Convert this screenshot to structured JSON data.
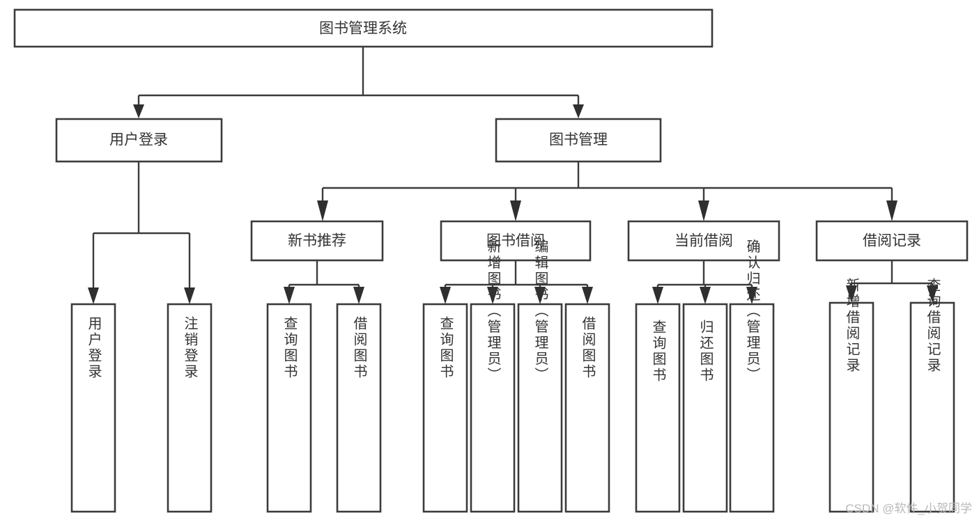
{
  "diagram": {
    "title": "图书管理系统",
    "type": "tree-hierarchy-diagram",
    "colors": {
      "box_stroke": "#3b3b3b",
      "box_fill": "#ffffff",
      "text": "#333333",
      "connector": "#3b3b3b",
      "watermark": "#b9b9b9",
      "background": "#ffffff"
    },
    "root": {
      "label": "图书管理系统"
    },
    "level2": [
      {
        "label": "用户登录"
      },
      {
        "label": "图书管理"
      }
    ],
    "level3": [
      {
        "label": "新书推荐"
      },
      {
        "label": "图书借阅"
      },
      {
        "label": "当前借阅"
      },
      {
        "label": "借阅记录"
      }
    ],
    "leaves_user_login": [
      {
        "label": "用户登录"
      },
      {
        "label": "注销登录"
      }
    ],
    "leaves_new_book": [
      {
        "label": "查询图书"
      },
      {
        "label": "借阅图书"
      }
    ],
    "leaves_borrow": [
      {
        "label": "查询图书"
      },
      {
        "label": "新增图书（管理员）"
      },
      {
        "label": "编辑图书（管理员）"
      },
      {
        "label": "借阅图书"
      }
    ],
    "leaves_current": [
      {
        "label": "查询图书"
      },
      {
        "label": "归还图书"
      },
      {
        "label": "确认归还（管理员）"
      }
    ],
    "leaves_record": [
      {
        "label": "新增借阅记录"
      },
      {
        "label": "查询借阅记录"
      }
    ]
  },
  "watermark": {
    "text": "CSDN @软件_小贺同学"
  }
}
